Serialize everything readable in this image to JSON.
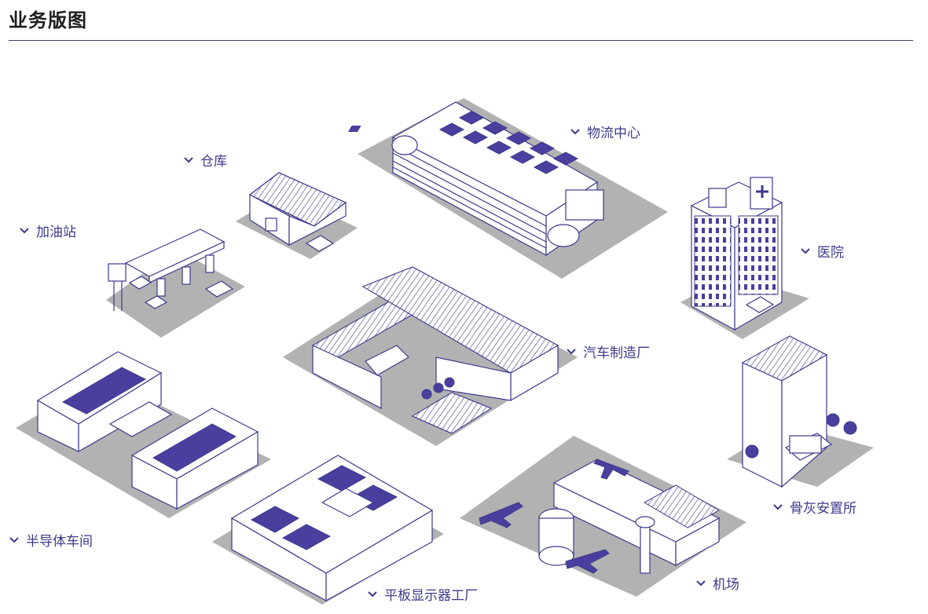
{
  "page": {
    "title": "业务版图"
  },
  "colors": {
    "accent": "#3d3a8c",
    "ground": "#b2b2b2",
    "panel": "#4a3f9f"
  },
  "labels": {
    "gas_station": "加油站",
    "warehouse": "仓库",
    "logistics": "物流中心",
    "hospital": "医院",
    "auto_factory": "汽车制造厂",
    "semiconductor": "半导体车间",
    "funeral_home": "骨灰安置所",
    "panel_factory": "平板显示器工厂",
    "airport": "机场"
  },
  "icons": {
    "label_chevron": "chevron-down-icon"
  }
}
